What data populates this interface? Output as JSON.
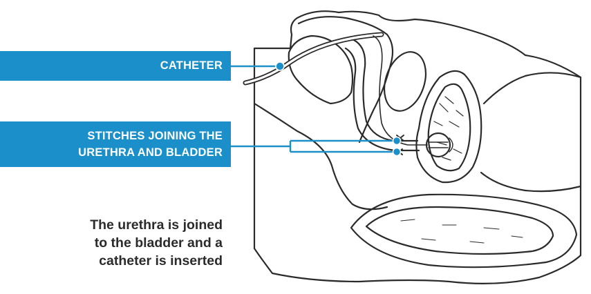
{
  "labels": {
    "catheter": "CATHETER",
    "stitches_line1": "STITCHES JOINING THE",
    "stitches_line2": "URETHRA AND BLADDER"
  },
  "caption": {
    "line1": "The urethra is joined",
    "line2": "to the bladder and a",
    "line3": "catheter is inserted"
  },
  "colors": {
    "label_background": "#1a8fc9",
    "label_text": "#ffffff",
    "callout_line": "#1a8fc9",
    "caption_text": "#2b2b2b",
    "outline": "#2a2a2a"
  }
}
